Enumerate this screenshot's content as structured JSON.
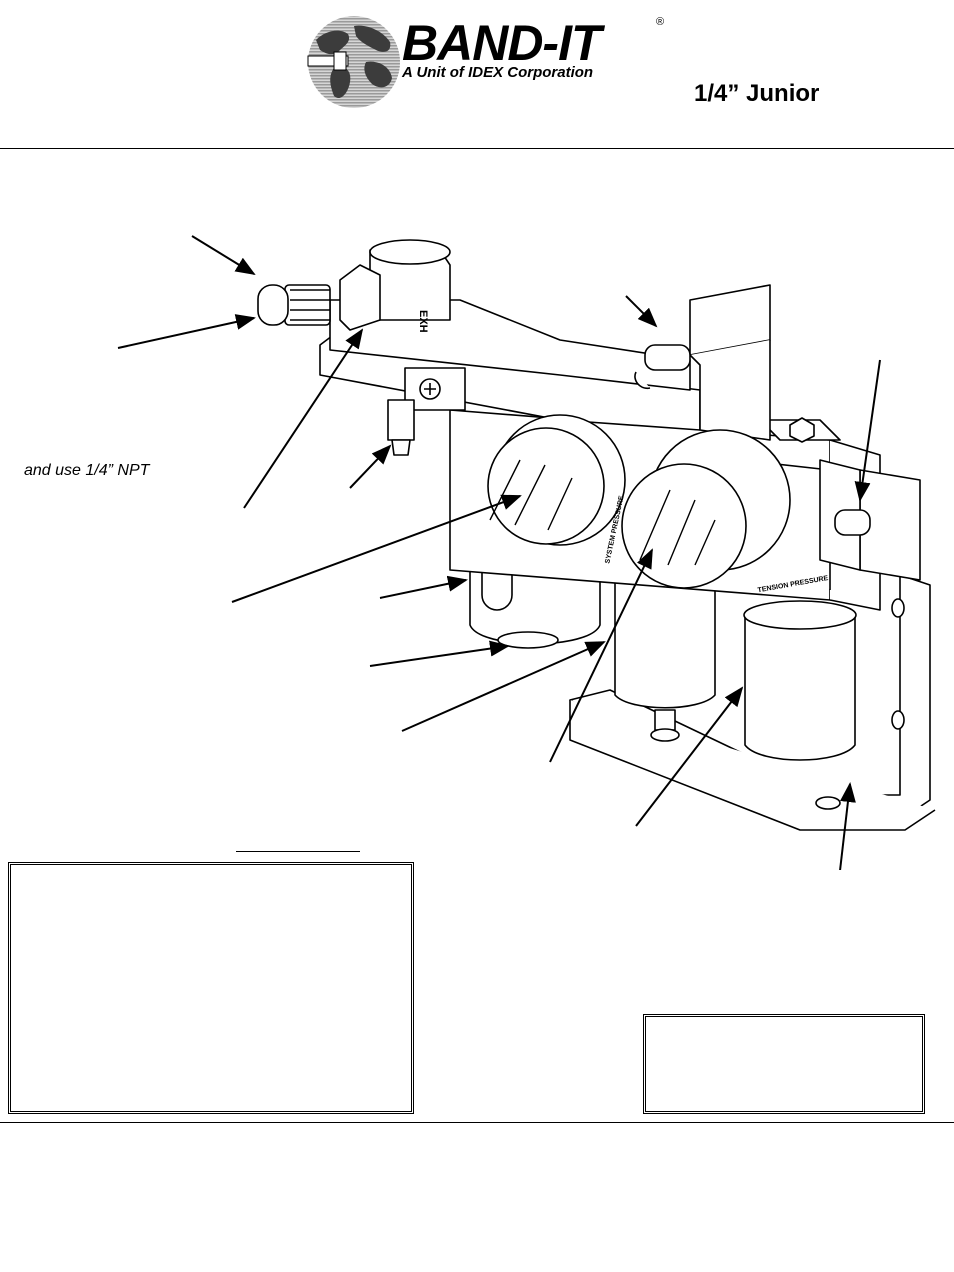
{
  "header": {
    "logo": {
      "brand": "BAND-IT",
      "registered": "®",
      "tagline": "A Unit of IDEX Corporation",
      "icon": "globe-icon"
    },
    "model_title": "1/4” Junior"
  },
  "diagram": {
    "callout_text": "and use 1/4” NPT",
    "gauge_labels": [
      "SYSTEM PRESSURE",
      "TENSION PRESSURE"
    ],
    "valve_label": "EXHAUST"
  }
}
